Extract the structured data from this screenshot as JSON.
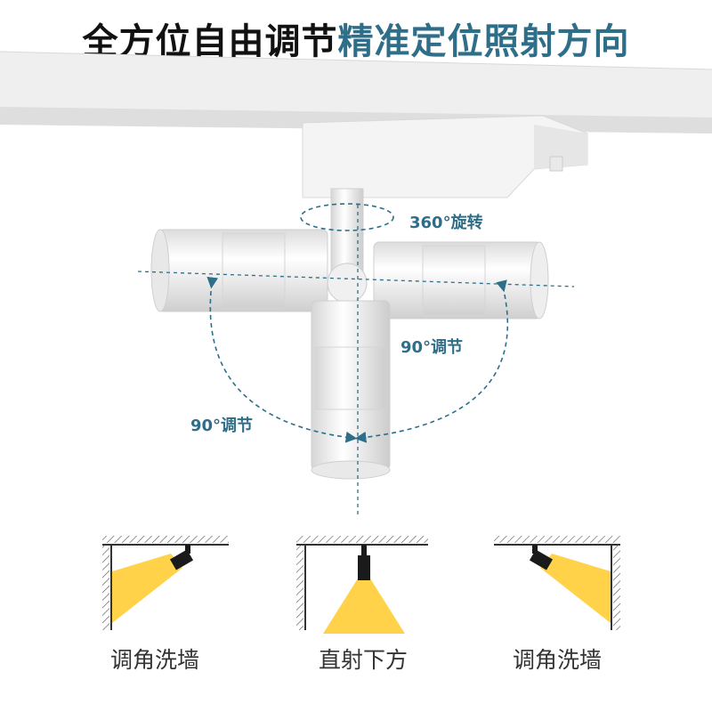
{
  "headline": {
    "part1": "全方位自由调节",
    "part2": "精准定位照射方向"
  },
  "annotations": {
    "rotate_label": "360°旋转",
    "tilt_label_right": "90°调节",
    "tilt_label_left": "90°调节"
  },
  "diagrams": [
    {
      "caption": "调角洗墙"
    },
    {
      "caption": "直射下方"
    },
    {
      "caption": "调角洗墙"
    }
  ],
  "colors": {
    "accent": "#2e6e88",
    "beam": "#ffd24a",
    "fixture": "#f2f2f2",
    "lamp_body": "#1a1a1a"
  }
}
